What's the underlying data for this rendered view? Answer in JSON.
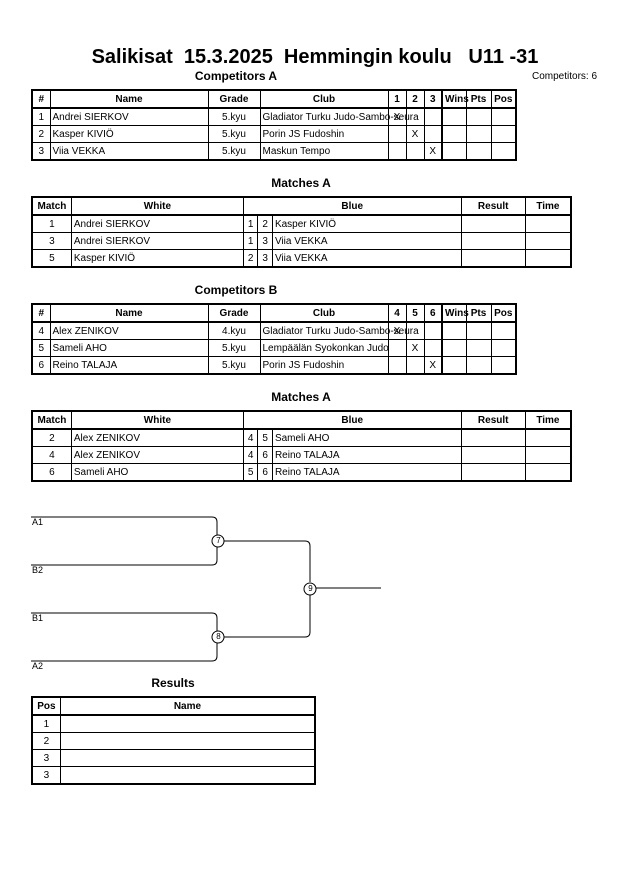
{
  "title": "Salikisat  15.3.2025  Hemmingin koulu   U11 -31",
  "competitors_count": "Competitors: 6",
  "competitors_a": {
    "heading": "Competitors A",
    "columns": [
      "#",
      "Name",
      "Grade",
      "Club",
      "1",
      "2",
      "3",
      "Wins",
      "Pts",
      "Pos"
    ],
    "rows": [
      {
        "num": "1",
        "name": "Andrei SIERKOV",
        "grade": "5.kyu",
        "club": "Gladiator Turku Judo-Sambo-seura",
        "c1": "X",
        "c2": "",
        "c3": ""
      },
      {
        "num": "2",
        "name": "Kasper KIVIÖ",
        "grade": "5.kyu",
        "club": "Porin JS Fudoshin",
        "c1": "",
        "c2": "X",
        "c3": ""
      },
      {
        "num": "3",
        "name": "Viia VEKKA",
        "grade": "5.kyu",
        "club": "Maskun Tempo",
        "c1": "",
        "c2": "",
        "c3": "X"
      }
    ]
  },
  "matches_a": {
    "heading": "Matches A",
    "columns": [
      "Match",
      "White",
      "Blue",
      "Result",
      "Time"
    ],
    "rows": [
      {
        "match": "1",
        "white": "Andrei SIERKOV",
        "w": "1",
        "b": "2",
        "blue": "Kasper KIVIÖ"
      },
      {
        "match": "3",
        "white": "Andrei SIERKOV",
        "w": "1",
        "b": "3",
        "blue": "Viia VEKKA"
      },
      {
        "match": "5",
        "white": "Kasper KIVIÖ",
        "w": "2",
        "b": "3",
        "blue": "Viia VEKKA"
      }
    ]
  },
  "competitors_b": {
    "heading": "Competitors B",
    "columns": [
      "#",
      "Name",
      "Grade",
      "Club",
      "4",
      "5",
      "6",
      "Wins",
      "Pts",
      "Pos"
    ],
    "rows": [
      {
        "num": "4",
        "name": "Alex ZENIKOV",
        "grade": "4.kyu",
        "club": "Gladiator Turku Judo-Sambo-seura",
        "c1": "X",
        "c2": "",
        "c3": ""
      },
      {
        "num": "5",
        "name": "Sameli AHO",
        "grade": "5.kyu",
        "club": "Lempäälän Syokonkan Judo",
        "c1": "",
        "c2": "X",
        "c3": ""
      },
      {
        "num": "6",
        "name": "Reino TALAJA",
        "grade": "5.kyu",
        "club": "Porin JS Fudoshin",
        "c1": "",
        "c2": "",
        "c3": "X"
      }
    ]
  },
  "matches_b": {
    "heading": "Matches A",
    "columns": [
      "Match",
      "White",
      "Blue",
      "Result",
      "Time"
    ],
    "rows": [
      {
        "match": "2",
        "white": "Alex ZENIKOV",
        "w": "4",
        "b": "5",
        "blue": "Sameli AHO"
      },
      {
        "match": "4",
        "white": "Alex ZENIKOV",
        "w": "4",
        "b": "6",
        "blue": "Reino TALAJA"
      },
      {
        "match": "6",
        "white": "Sameli AHO",
        "w": "5",
        "b": "6",
        "blue": "Reino TALAJA"
      }
    ]
  },
  "bracket": {
    "labels": [
      "A1",
      "B2",
      "B1",
      "A2"
    ],
    "matches": [
      "7",
      "8",
      "9"
    ]
  },
  "results": {
    "heading": "Results",
    "columns": [
      "Pos",
      "Name"
    ],
    "rows": [
      {
        "pos": "1",
        "name": ""
      },
      {
        "pos": "2",
        "name": ""
      },
      {
        "pos": "3",
        "name": ""
      },
      {
        "pos": "3",
        "name": ""
      }
    ]
  }
}
